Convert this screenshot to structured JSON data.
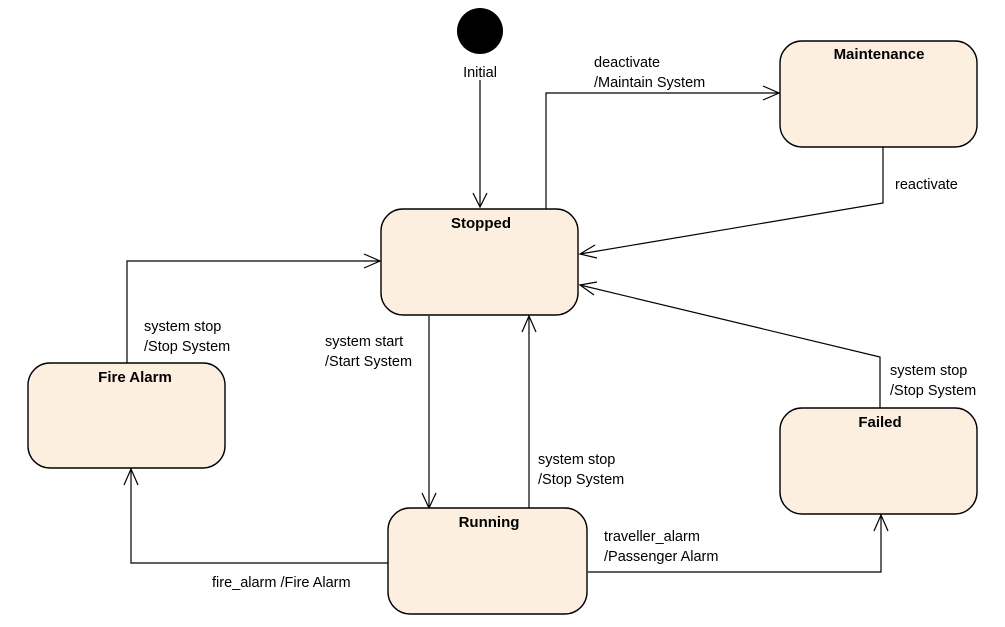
{
  "initial": {
    "label": "Initial"
  },
  "states": {
    "maintenance": "Maintenance",
    "stopped": "Stopped",
    "fire_alarm": "Fire Alarm",
    "running": "Running",
    "failed": "Failed"
  },
  "transitions": {
    "deactivate": {
      "line1": "deactivate",
      "line2": "/Maintain System"
    },
    "reactivate": {
      "line1": "reactivate"
    },
    "fire_to_stopped": {
      "line1": "system stop",
      "line2": "/Stop System"
    },
    "stopped_to_running": {
      "line1": "system start",
      "line2": "/Start System"
    },
    "running_to_stopped": {
      "line1": "system stop",
      "line2": "/Stop System"
    },
    "failed_to_stopped": {
      "line1": "system stop",
      "line2": "/Stop System"
    },
    "running_to_fire": {
      "line1": "fire_alarm /Fire Alarm"
    },
    "running_to_failed": {
      "line1": "traveller_alarm",
      "line2": "/Passenger Alarm"
    }
  },
  "colors": {
    "state_fill": "#fcefe0",
    "stroke": "#000000"
  }
}
